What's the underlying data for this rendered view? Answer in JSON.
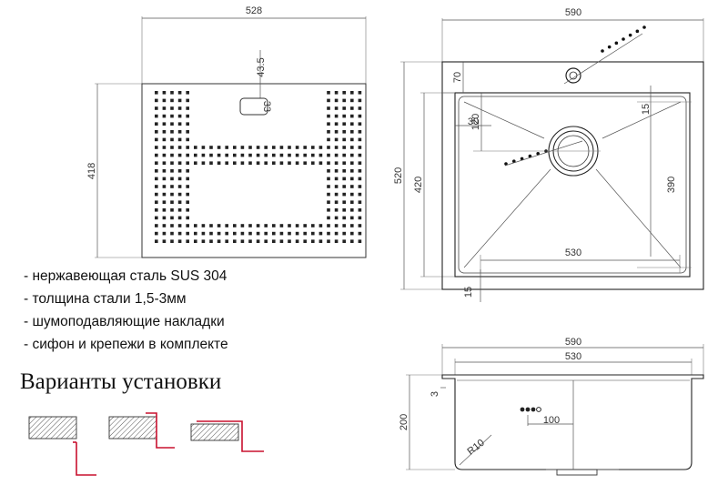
{
  "features": [
    "- нержавеющая сталь SUS 304",
    "- толщина стали 1,5-3мм",
    "- шумоподавляющие накладки",
    "- сифон и крепежи в комплекте"
  ],
  "install_title": "Варианты установки",
  "dims": {
    "grid_width": "528",
    "grid_height": "418",
    "grid_slot_offset": "43.5",
    "grid_slot_size": "33",
    "top_outer_width": "590",
    "top_outer_height": "520",
    "top_inner_height": "420",
    "top_inner_width": "530",
    "top_offset_70": "70",
    "top_offset_30": "30",
    "top_offset_120": "120",
    "top_offset_15_right": "15",
    "top_inner_390": "390",
    "top_offset_15_bottom": "15",
    "side_outer_width": "590",
    "side_inner_width": "530",
    "side_height": "200",
    "side_flange": "3",
    "side_overflow": "100",
    "side_radius": "R10"
  },
  "colors": {
    "line": "#222222",
    "accent_red": "#c8102e",
    "hatch": "#555555"
  }
}
